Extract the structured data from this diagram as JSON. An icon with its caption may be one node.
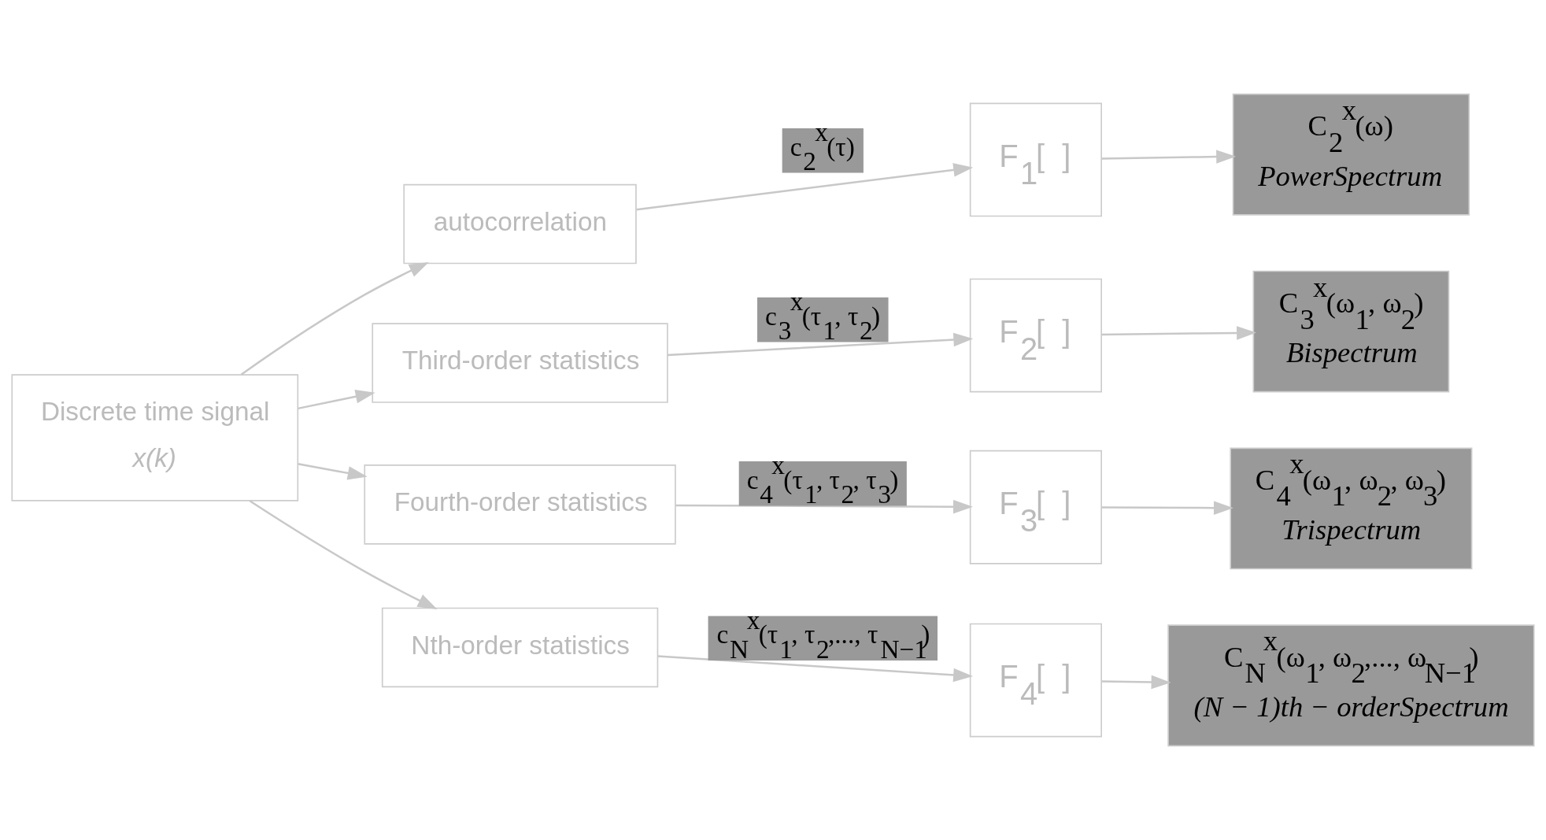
{
  "diagram": {
    "nodes": [
      {
        "text": [
          "Discrete time signal",
          "x(k)"
        ]
      },
      {
        "text": [
          "autocorrelation"
        ]
      },
      {
        "text": [
          "Third-order statistics"
        ]
      },
      {
        "text": [
          "Fourth-order statistics"
        ]
      },
      {
        "text": [
          "Nth-order statistics"
        ]
      },
      {
        "text": [
          "F$_{1}$[  ]"
        ]
      },
      {
        "text": [
          "F$_{2}$[  ]"
        ]
      },
      {
        "text": [
          "F$_{3}$[  ]"
        ]
      },
      {
        "text": [
          "F$_{4}$[  ]"
        ]
      },
      {
        "text": [
          "C$_{2}$$^{x}$(ω)",
          "PowerSpectrum"
        ]
      },
      {
        "text": [
          "C$_{3}$$^{x}$(ω$_{1}$, ω$_{2}$)",
          "Bispectrum"
        ]
      },
      {
        "text": [
          "C$_{4}$$^{x}$(ω$_{1}$, ω$_{2}$, ω$_{3}$)",
          "Trispectrum"
        ]
      },
      {
        "text": [
          "C$_{N}$$^{x}$(ω$_{1}$, ω$_{2}$,..., ω$_{N−1}$)",
          "(N − 1)th − orderSpectrum"
        ]
      }
    ],
    "edges": [
      {
        "from": 0,
        "to": 1,
        "arrow": "to"
      },
      {
        "from": 0,
        "to": 2,
        "arrow": "to"
      },
      {
        "from": 0,
        "to": 3,
        "arrow": "to"
      },
      {
        "from": 0,
        "to": 4,
        "arrow": "to"
      },
      {
        "from": 1,
        "to": 5,
        "arrow": "to",
        "label": "c$_{2}$$^{x}$(τ)"
      },
      {
        "from": 2,
        "to": 6,
        "arrow": "to",
        "label": "c$_{3}$$^{x}$(τ$_{1}$, τ$_{2}$)"
      },
      {
        "from": 3,
        "to": 7,
        "arrow": "to",
        "label": "c$_{4}$$^{x}$(τ$_{1}$, τ$_{2}$, τ$_{3}$)"
      },
      {
        "from": 4,
        "to": 8,
        "arrow": "to",
        "label": "c$_{N}$$^{x}$(τ$_{1}$, τ$_{2}$,..., τ$_{N−1}$)"
      },
      {
        "from": 5,
        "to": 9,
        "arrow": "to"
      },
      {
        "from": 6,
        "to": 10,
        "arrow": "to"
      },
      {
        "from": 7,
        "to": 11,
        "arrow": "to"
      },
      {
        "from": 8,
        "to": 12,
        "arrow": "to"
      }
    ]
  }
}
